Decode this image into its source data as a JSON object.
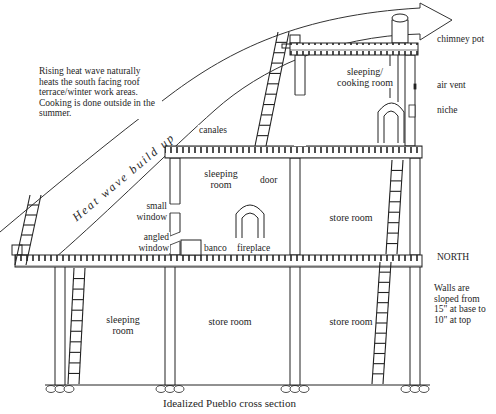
{
  "diagram": {
    "caption": "Idealized Pueblo cross section",
    "nodes": [
      {
        "text": [
          "sleeping/ cooking room"
        ]
      },
      {
        "text": [
          "sleeping room"
        ]
      },
      {
        "text": [
          "store room"
        ]
      },
      {
        "text": [
          "sleeping room"
        ]
      },
      {
        "text": [
          "store room"
        ]
      },
      {
        "text": [
          "store room"
        ]
      }
    ],
    "labels": [
      "Rising heat wave naturally heats the south facing roof terrace/winter work areas. Cooking is done outside in the summer.",
      "Heat wave build up",
      "canales",
      "chimney pot",
      "air vent",
      "niche",
      "door",
      "small window",
      "angled window",
      "banco",
      "fireplace",
      "NORTH",
      "Walls are sloped from 15\" at base to 10\" at top"
    ]
  }
}
